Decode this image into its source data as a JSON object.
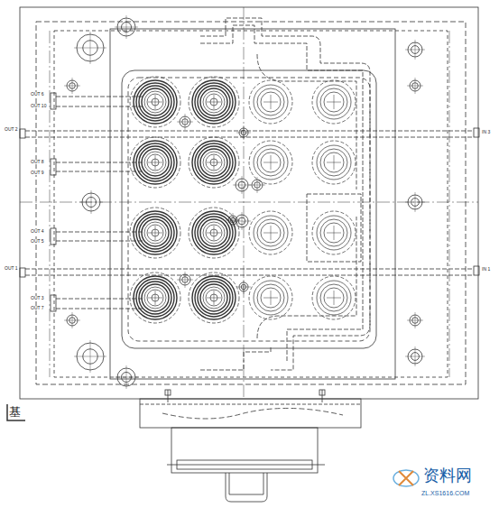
{
  "diagram": {
    "labels": [
      "OUT 6",
      "OUT 10",
      "OUT 2",
      "IN 3",
      "OUT 8",
      "OUT 9",
      "OUT 4",
      "OUT 5",
      "OUT 1",
      "IN 1",
      "OUT 3",
      "OUT 7",
      "基",
      "资料网",
      "ZL.XS1616.COM"
    ]
  }
}
